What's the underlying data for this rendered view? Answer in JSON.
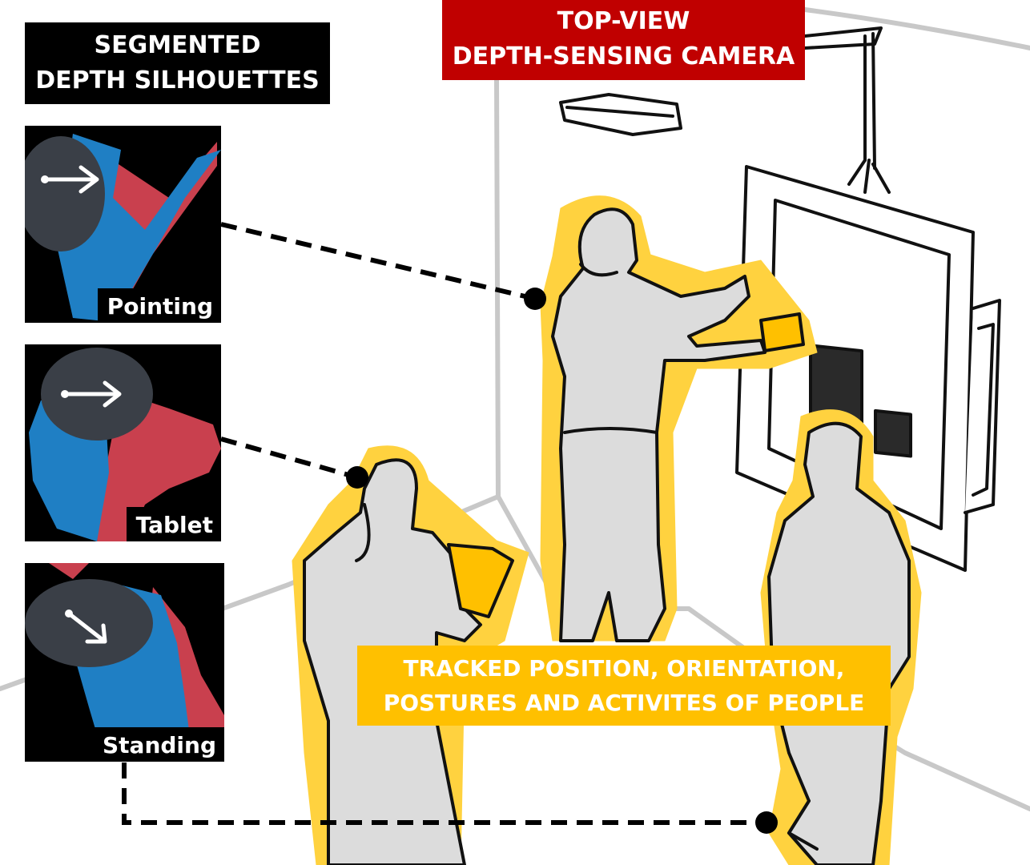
{
  "labels": {
    "segmented": [
      "SEGMENTED",
      "DEPTH SILHOUETTES"
    ],
    "camera": [
      "TOP-VIEW",
      "DEPTH-SENSING CAMERA"
    ],
    "tracked": [
      "TRACKED POSITION, ORIENTATION,",
      "POSTURES AND ACTIVITES  OF PEOPLE"
    ]
  },
  "panels": [
    {
      "caption": "Pointing"
    },
    {
      "caption": "Tablet"
    },
    {
      "caption": "Standing"
    }
  ],
  "colors": {
    "label_black": "#000000",
    "label_red": "#c00000",
    "label_yellow": "#ffc000",
    "halo": "#ffd23f",
    "body_fill": "#dcdcdc",
    "silhouette_blue": "#1f7fc4",
    "silhouette_red": "#c9404e",
    "head_gray": "#3a3f47",
    "room_lines": "#c8c8c8"
  }
}
